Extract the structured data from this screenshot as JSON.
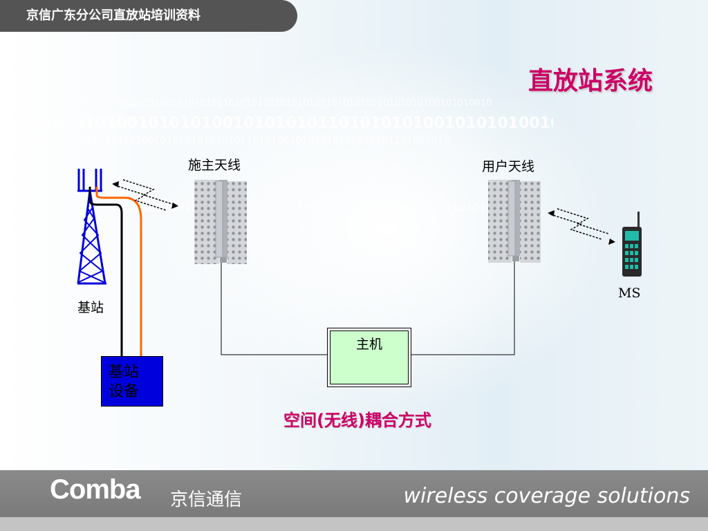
{
  "header": {
    "title": "京信广东分公司直放站培训资料"
  },
  "page": {
    "title": "直放站系统"
  },
  "background": {
    "binary_rows": [
      "10010101010110101010100101010010101010110101010010101010010101010110101010100101010010",
      "0110101010100101010100101010101101010101001010101001010101101010101001010101",
      "1010010101010101010110100101010101010101101010010101010101010101101001010",
      "100101010101101010101001010100101010101101010100101010101101010101001010101"
    ]
  },
  "diagram": {
    "base_station_label": "基站",
    "donor_antenna_label": "施主天线",
    "user_antenna_label": "用户天线",
    "ms_label": "MS",
    "host_label": "主机",
    "bs_equipment_lines": [
      "基站",
      "设备"
    ],
    "coupling_caption": "空间(无线)耦合方式"
  },
  "footer": {
    "logo": "Comba",
    "logo_cn": "京信通信",
    "slogan": "wireless coverage solutions"
  },
  "colors": {
    "accent": "#cc0066",
    "header_bg": "#545454",
    "tower": "#0000dd",
    "host_fill": "#ccffcc",
    "orange_cable": "#ff6600"
  }
}
